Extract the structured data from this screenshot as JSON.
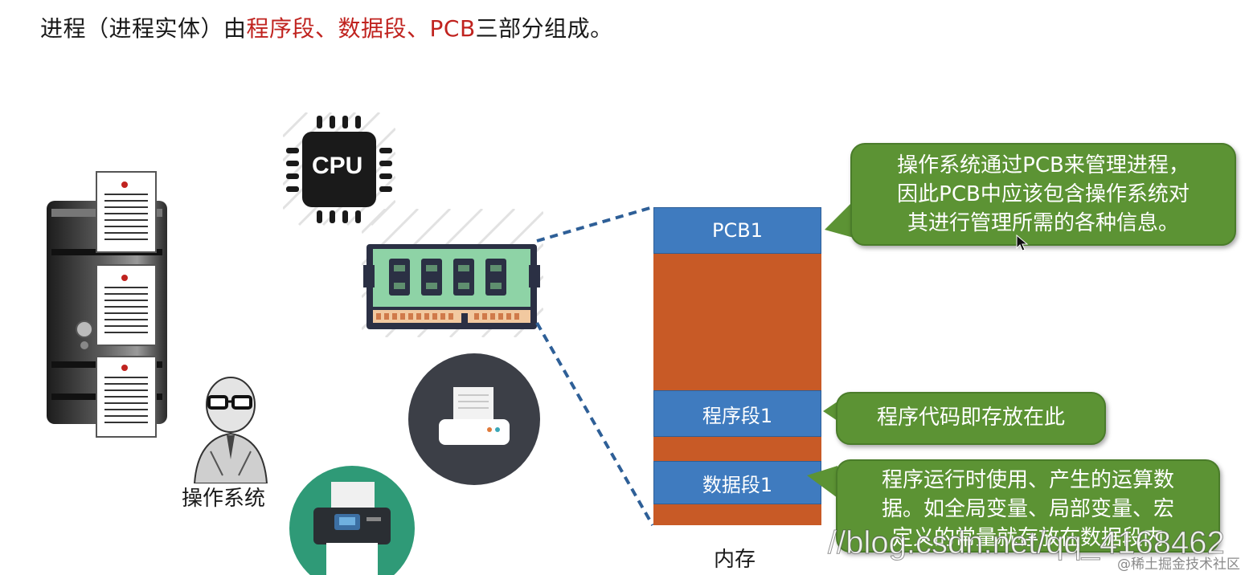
{
  "title": {
    "part1": "进程（进程实体）由",
    "part2": "程序段、数据段、PCB",
    "part3": "三部分组成。"
  },
  "os_label": "操作系统",
  "cpu_label": "CPU",
  "memory": {
    "label": "内存",
    "pcb": "PCB1",
    "program": "程序段1",
    "data": "数据段1"
  },
  "callouts": {
    "pcb": [
      "操作系统通过PCB来管理进程，",
      "因此PCB中应该包含操作系统对",
      "其进行管理所需的各种信息。"
    ],
    "program": [
      "程序代码即存放在此"
    ],
    "data": [
      "程序运行时使用、产生的运算数",
      "据。如全局变量、局部变量、宏",
      "定义的常量就存放在数据段内"
    ]
  },
  "watermark": "//blog.csdn.net/qq_4168462",
  "watermark_small": "@稀土掘金技术社区",
  "colors": {
    "title_red": "#c0231f",
    "memory_blue": "#3f7bbf",
    "memory_orange": "#c85a26",
    "callout_green": "#5c9334"
  },
  "icons": [
    "server-icon",
    "person-icon",
    "cpu-icon",
    "ram-icon",
    "printer-icon",
    "inkjet-printer-icon",
    "mouse-cursor-icon"
  ]
}
